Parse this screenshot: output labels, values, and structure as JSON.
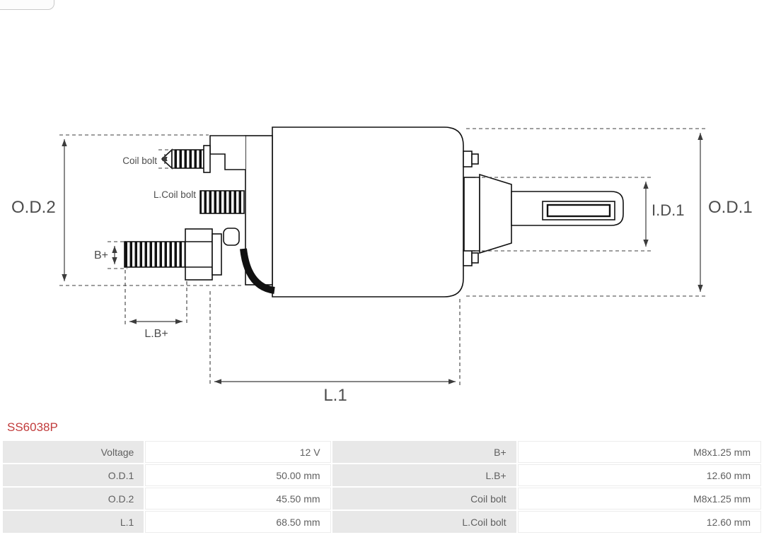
{
  "part_number": "SS6038P",
  "colors": {
    "part_number_red": "#c13b3b",
    "table_label_bg": "#e8e8e8",
    "drawing_line": "#111111",
    "dimension_line": "#3c3c3c",
    "label_text": "#4d4d4d"
  },
  "diagram": {
    "labels": {
      "od2": "O.D.2",
      "od1": "O.D.1",
      "id1": "I.D.1",
      "l1": "L.1",
      "lb_plus": "L.B+",
      "b_plus": "B+",
      "coil_bolt": "Coil bolt",
      "l_coil_bolt": "L.Coil bolt"
    }
  },
  "table": {
    "rows": [
      {
        "cells": [
          "Voltage",
          "12 V",
          "B+",
          "M8x1.25 mm"
        ]
      },
      {
        "cells": [
          "O.D.1",
          "50.00 mm",
          "L.B+",
          "12.60 mm"
        ]
      },
      {
        "cells": [
          "O.D.2",
          "45.50 mm",
          "Coil bolt",
          "M8x1.25 mm"
        ]
      },
      {
        "cells": [
          "L.1",
          "68.50 mm",
          "L.Coil bolt",
          "12.60 mm"
        ]
      }
    ]
  }
}
